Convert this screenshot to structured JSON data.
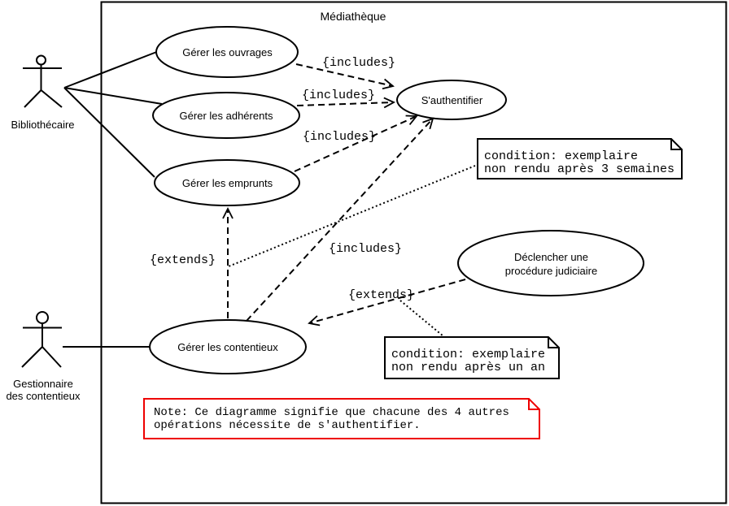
{
  "diagram": {
    "title": "Médiathèque",
    "actors": {
      "bibliothecaire": "Bibliothécaire",
      "gestionnaire": "Gestionnaire\ndes contentieux"
    },
    "usecases": {
      "ouvrages": "Gérer les ouvrages",
      "adherents": "Gérer les adhérents",
      "emprunts": "Gérer les emprunts",
      "auth": "S'authentifier",
      "declencher": "Déclencher une\nprocédure judiciaire",
      "contentieux": "Gérer les contentieux"
    },
    "relations": {
      "includes_ouvrages": "{includes}",
      "includes_adherents": "{includes}",
      "includes_emprunts": "{includes}",
      "includes_contentieux": "{includes}",
      "extends_emprunts": "{extends}",
      "extends_declencher": "{extends}"
    },
    "notes": {
      "three_weeks": "condition: exemplaire\nnon rendu après 3 semaines",
      "one_year": "condition: exemplaire\nnon rendu après un an",
      "main": "Note: Ce diagramme signifie que chacune des 4 autres\nopérations nécessite de s'authentifier."
    },
    "colors": {
      "line": "#000000",
      "note_accent": "#ee0000",
      "background": "#ffffff"
    }
  }
}
